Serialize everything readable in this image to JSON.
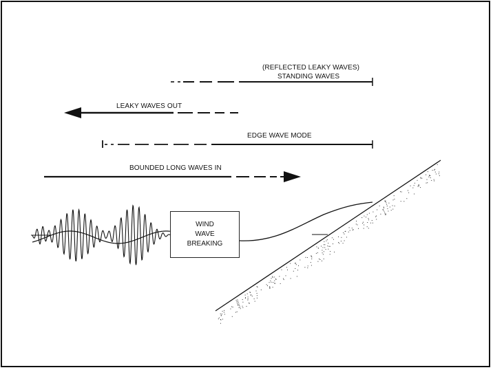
{
  "labels": {
    "reflected_line1": "(REFLECTED LEAKY WAVES)",
    "reflected_line2": "STANDING WAVES",
    "leaky_out": "LEAKY WAVES OUT",
    "edge_wave": "EDGE WAVE MODE",
    "bounded_in": "BOUNDED LONG WAVES IN"
  },
  "box": {
    "line1": "WIND",
    "line2": "WAVE",
    "line3": "BREAKING"
  },
  "colors": {
    "ink": "#111111",
    "background": "#ffffff"
  }
}
